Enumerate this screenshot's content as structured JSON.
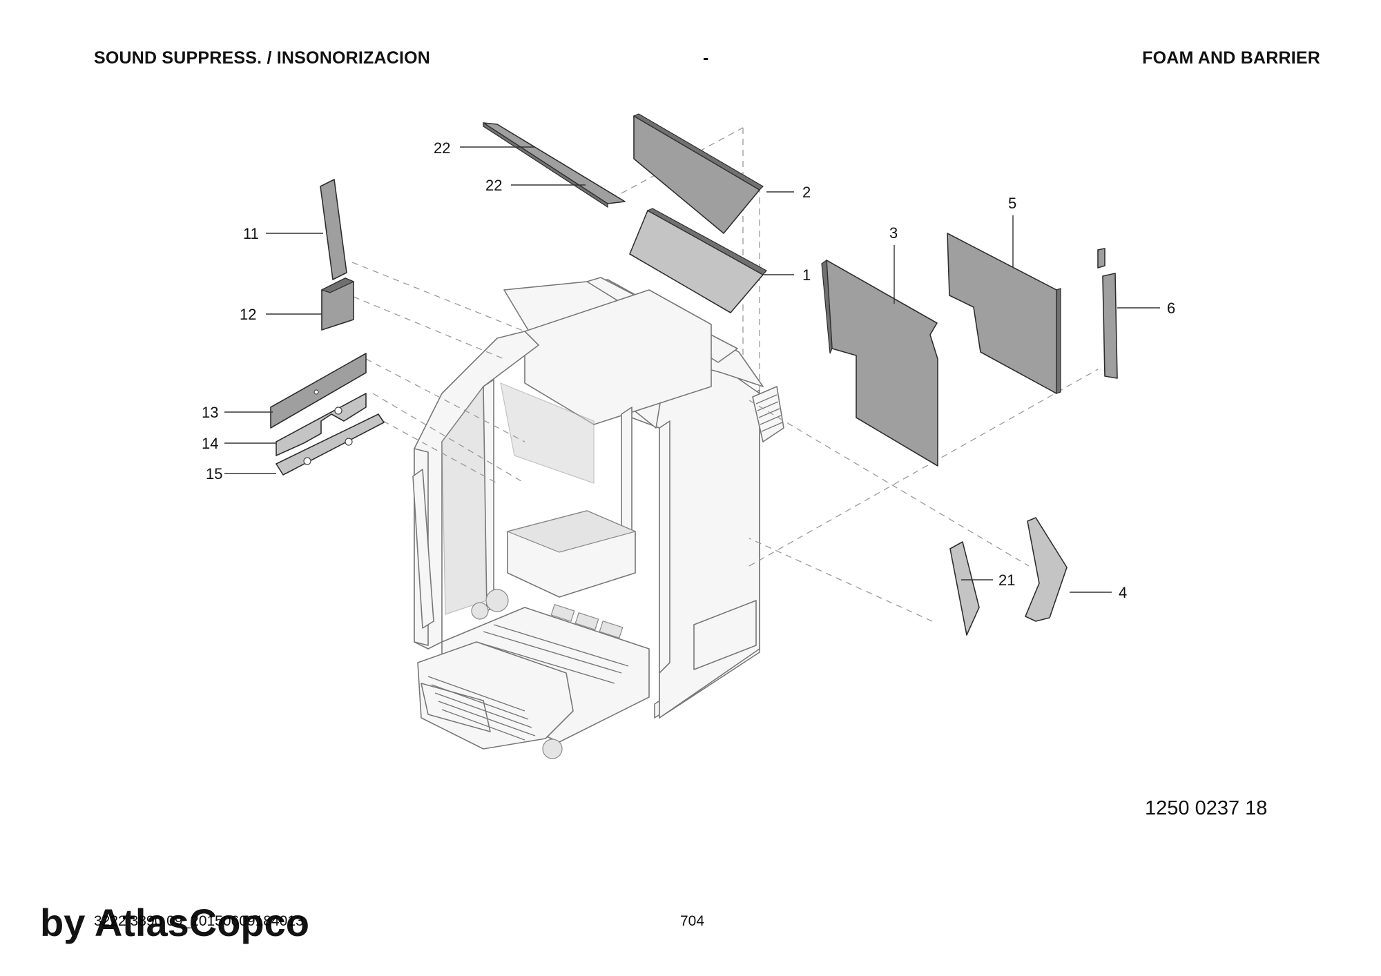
{
  "header": {
    "left": "SOUND SUPPRESS. / INSONORIZACION",
    "middle": "-",
    "right": "FOAM AND BARRIER"
  },
  "drawing_number": "1250 0237 18",
  "footer": {
    "doc_ref": "3222 3890 09_20150609184013",
    "page": "704"
  },
  "watermark": "by AtlasCopco",
  "callouts": {
    "c22a": "22",
    "c22b": "22",
    "c2": "2",
    "c1": "1",
    "c11": "11",
    "c12": "12",
    "c13": "13",
    "c14": "14",
    "c15": "15",
    "c3": "3",
    "c5": "5",
    "c6": "6",
    "c21": "21",
    "c4": "4"
  },
  "colors": {
    "part_fill": "#9f9f9f",
    "frame_outline": "#777777"
  }
}
